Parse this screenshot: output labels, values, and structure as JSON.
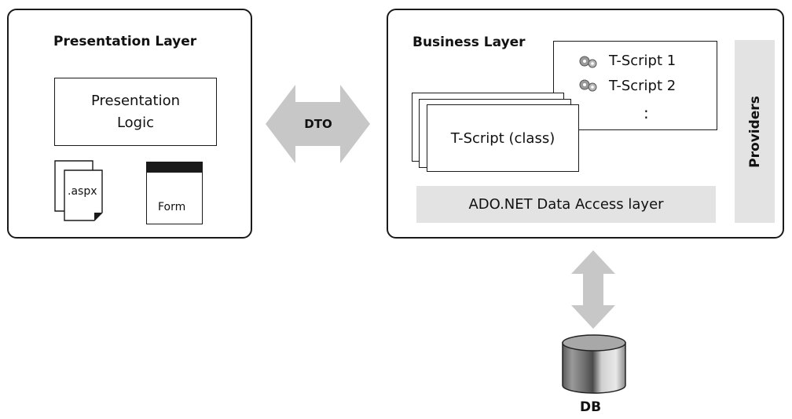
{
  "presentation": {
    "title": "Presentation Layer",
    "logic_label": "Presentation\nLogic",
    "aspx_label": ".aspx",
    "form_label": "Form"
  },
  "dto": {
    "label": "DTO"
  },
  "business": {
    "title": "Business Layer",
    "scripts": [
      "T-Script 1",
      "T-Script 2"
    ],
    "ellipsis": ":",
    "class_label": "T-Script (class)",
    "data_access_label": "ADO.NET Data Access layer",
    "providers_label": "Providers"
  },
  "db": {
    "label": "DB"
  },
  "colors": {
    "arrow_fill": "#c7c7c7",
    "bar_fill": "#e3e3e3",
    "border": "#1a1a1a"
  },
  "icons": [
    "gears-icon",
    "document-icon",
    "window-icon",
    "database-icon"
  ]
}
